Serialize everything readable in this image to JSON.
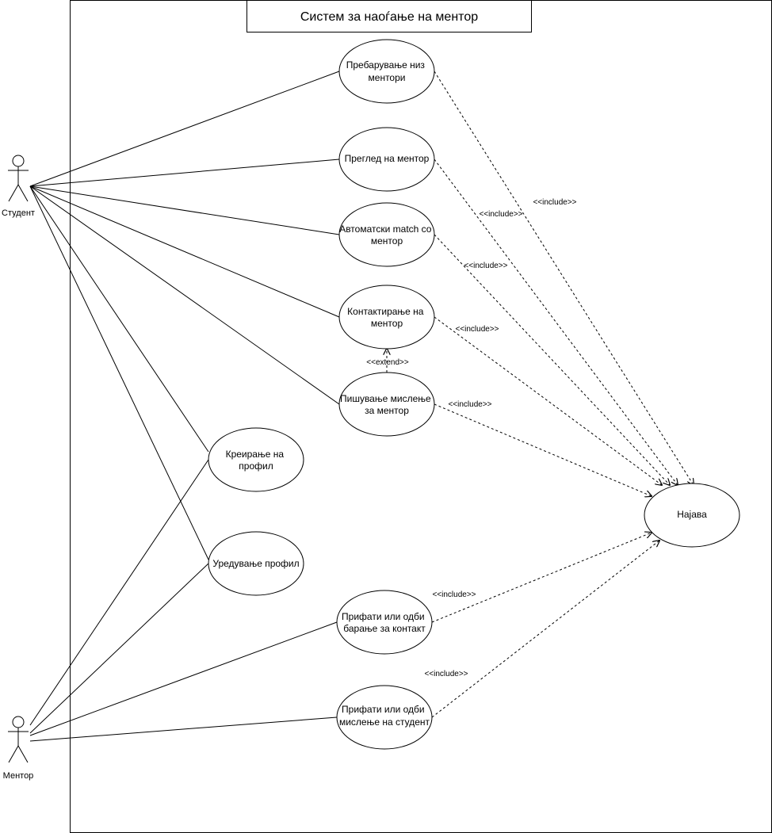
{
  "system": {
    "title": "Систем за наоѓање на ментор"
  },
  "actors": [
    {
      "id": "student",
      "label": "Студент"
    },
    {
      "id": "mentor",
      "label": "Ментор"
    }
  ],
  "use_cases": [
    {
      "id": "search",
      "lines": [
        "Пребарување низ",
        "ментори"
      ]
    },
    {
      "id": "view",
      "lines": [
        "Преглед на ментор"
      ]
    },
    {
      "id": "match",
      "lines": [
        "Автоматски match со",
        "ментор"
      ]
    },
    {
      "id": "contact",
      "lines": [
        "Контактирање на",
        "ментор"
      ]
    },
    {
      "id": "opinion",
      "lines": [
        "Пишување мислење",
        "за ментор"
      ]
    },
    {
      "id": "create",
      "lines": [
        "Креирање на",
        "профил"
      ]
    },
    {
      "id": "edit",
      "lines": [
        "Уредување профил"
      ]
    },
    {
      "id": "accept-contact",
      "lines": [
        "Прифати или одби",
        "барање за контакт"
      ]
    },
    {
      "id": "accept-opinion",
      "lines": [
        "Прифати или одби",
        "мислење на студент"
      ]
    },
    {
      "id": "login",
      "lines": [
        "Најава"
      ]
    }
  ],
  "associations": [
    {
      "actor": "student",
      "use_case": "search"
    },
    {
      "actor": "student",
      "use_case": "view"
    },
    {
      "actor": "student",
      "use_case": "match"
    },
    {
      "actor": "student",
      "use_case": "contact"
    },
    {
      "actor": "student",
      "use_case": "opinion"
    },
    {
      "actor": "student",
      "use_case": "create"
    },
    {
      "actor": "student",
      "use_case": "edit"
    },
    {
      "actor": "mentor",
      "use_case": "create"
    },
    {
      "actor": "mentor",
      "use_case": "edit"
    },
    {
      "actor": "mentor",
      "use_case": "accept-contact"
    },
    {
      "actor": "mentor",
      "use_case": "accept-opinion"
    }
  ],
  "relations": [
    {
      "type": "include",
      "from": "search",
      "to": "login",
      "label": "<<include>>"
    },
    {
      "type": "include",
      "from": "view",
      "to": "login",
      "label": "<<include>>"
    },
    {
      "type": "include",
      "from": "match",
      "to": "login",
      "label": "<<include>>"
    },
    {
      "type": "include",
      "from": "contact",
      "to": "login",
      "label": "<<include>>"
    },
    {
      "type": "include",
      "from": "opinion",
      "to": "login",
      "label": "<<include>>"
    },
    {
      "type": "include",
      "from": "accept-contact",
      "to": "login",
      "label": "<<include>>"
    },
    {
      "type": "include",
      "from": "accept-opinion",
      "to": "login",
      "label": "<<include>>"
    },
    {
      "type": "extend",
      "from": "opinion",
      "to": "contact",
      "label": "<<extend>>"
    }
  ]
}
